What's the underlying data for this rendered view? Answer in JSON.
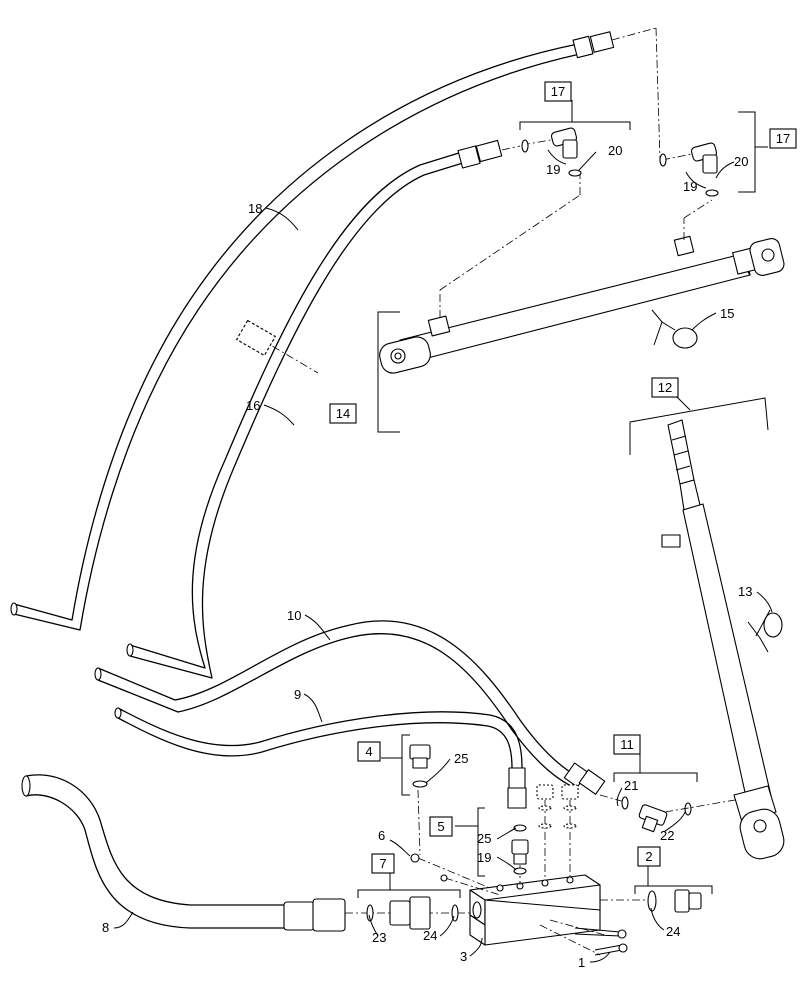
{
  "callouts": {
    "c1": "1",
    "c2": "2",
    "c3": "3",
    "c4": "4",
    "c5": "5",
    "c6": "6",
    "c7": "7",
    "c8": "8",
    "c9": "9",
    "c10": "10",
    "c11": "11",
    "c12": "12",
    "c13": "13",
    "c14": "14",
    "c15": "15",
    "c16": "16",
    "c17a": "17",
    "c17b": "17",
    "c18": "18",
    "c19a": "19",
    "c19b": "19",
    "c19c": "19",
    "c20a": "20",
    "c20b": "20",
    "c21": "21",
    "c22": "22",
    "c23": "23",
    "c24a": "24",
    "c24b": "24",
    "c25a": "25",
    "c25b": "25"
  },
  "colors": {
    "line": "#000000",
    "background": "#ffffff"
  }
}
